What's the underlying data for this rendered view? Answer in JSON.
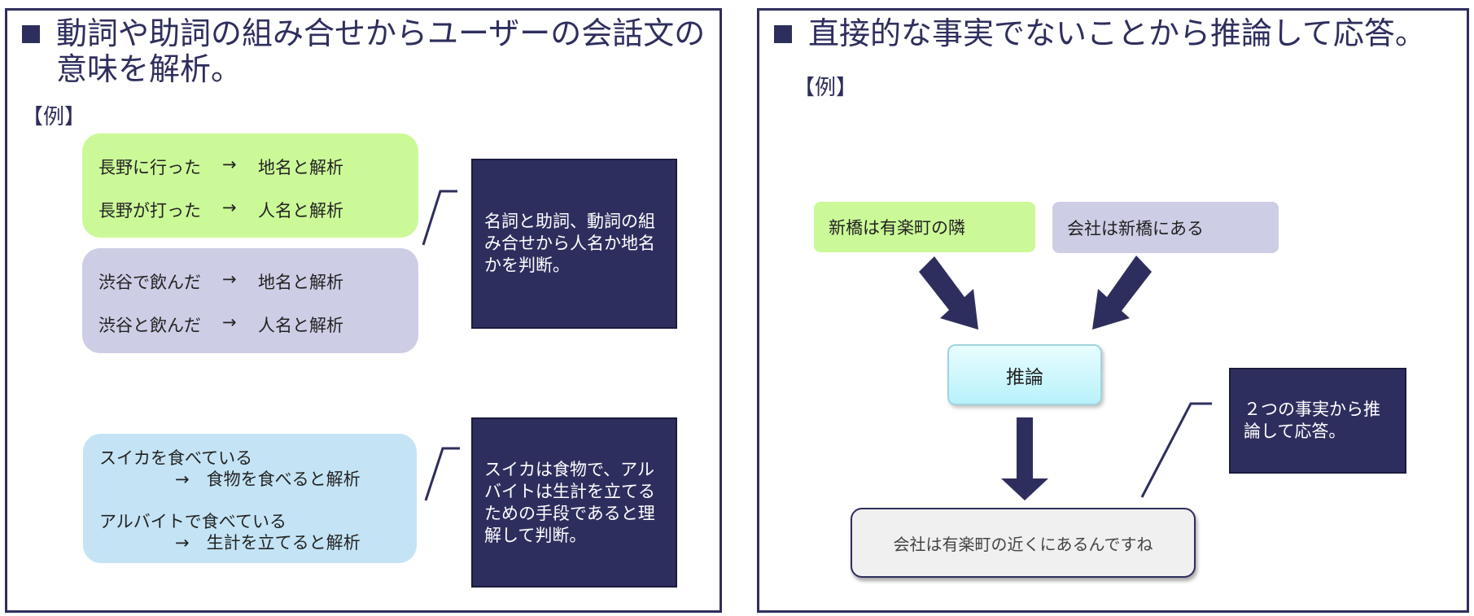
{
  "left": {
    "title_line1": "動詞や助詞の組み合せからユーザーの会話文の",
    "title_line2": "意味を解析。",
    "example_label": "【例】",
    "group1": [
      {
        "text": "長野に行った",
        "arrow": "→",
        "result": "地名と解析"
      },
      {
        "text": "長野が打った",
        "arrow": "→",
        "result": "人名と解析"
      }
    ],
    "group2": [
      {
        "text": "渋谷で飲んだ",
        "arrow": "→",
        "result": "地名と解析"
      },
      {
        "text": "渋谷と飲んだ",
        "arrow": "→",
        "result": "人名と解析"
      }
    ],
    "callout1": "名詞と助詞、動詞の組み合せから人名か地名かを判断。",
    "group3": [
      {
        "text": "スイカを食べている",
        "result_line": "→　食物を食べると解析"
      },
      {
        "text": "アルバイトで食べている",
        "result_line": "→　生計を立てると解析"
      }
    ],
    "callout2": "スイカは食物で、アルバイトは生計を立てるための手段であると理解して判断。"
  },
  "right": {
    "title": "直接的な事実でないことから推論して応答。",
    "example_label": "【例】",
    "fact1": "新橋は有楽町の隣",
    "fact2": "会社は新橋にある",
    "inference": "推論",
    "response": "会社は有楽町の近くにあるんですね",
    "callout": "２つの事実から推論して応答。"
  }
}
